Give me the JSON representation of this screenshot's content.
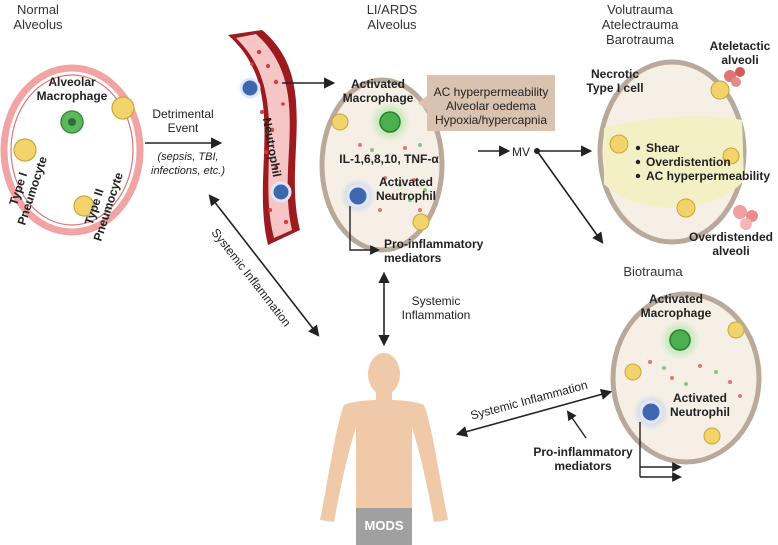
{
  "panels": {
    "normal": {
      "title_line1": "Normal",
      "title_line2": "Alveolus",
      "macrophage": "Alveolar Macrophage",
      "macrophage_line1": "Alveolar",
      "macrophage_line2": "Macrophage",
      "type1_line1": "Type I",
      "type1_line2": "Pneumocyte",
      "type2_line1": "Type II",
      "type2_line2": "Pneumocyte"
    },
    "event": {
      "label_line1": "Detrimental",
      "label_line2": "Event",
      "examples_line1": "(sepsis, TBI,",
      "examples_line2": "infections, etc.)"
    },
    "vessel": {
      "cell_label": "Neutrophil"
    },
    "ards": {
      "title_line1": "LI/ARDS",
      "title_line2": "Alveolus",
      "macrophage_line1": "Activated",
      "macrophage_line2": "Macrophage",
      "cytokines": "IL-1,6,8,10, TNF-α",
      "neutrophil_line1": "Activated",
      "neutrophil_line2": "Neutrophil",
      "mediators_line1": "Pro-inflammatory",
      "mediators_line2": "mediators",
      "box_lines": [
        "AC hyperpermeability",
        "Alveolar oedema",
        "Hypoxia/hypercapnia"
      ]
    },
    "mv": {
      "label": "MV"
    },
    "volutrauma": {
      "title_lines": [
        "Volutrauma",
        "Atelectrauma",
        "Barotrauma"
      ],
      "necrotic_line1": "Necrotic",
      "necrotic_line2": "Type I cell",
      "atelectatic_line1": "Ateletactic",
      "atelectatic_line2": "alveoli",
      "bullets": [
        "Shear",
        "Overdistention",
        "AC hyperpermeability"
      ],
      "overdistended_line1": "Overdistended",
      "overdistended_line2": "alveoli"
    },
    "biotrauma": {
      "title": "Biotrauma",
      "macrophage_line1": "Activated",
      "macrophage_line2": "Macrophage",
      "neutrophil_line1": "Activated",
      "neutrophil_line2": "Neutrophil",
      "mediators_line1": "Pro-inflammatory",
      "mediators_line2": "mediators"
    },
    "systemic": {
      "diagonal": "Systemic Inflammation",
      "center_line1": "Systemic",
      "center_line2": "Inflammation",
      "right": "Systemic Inflammation"
    },
    "human": {
      "label": "MODS"
    }
  },
  "colors": {
    "membrane": "#f2a3a3",
    "membrane_dark": "#e07575",
    "alveolus_wall": "#b8a99a",
    "alveolus_fill": "#f5efe6",
    "vessel_dark": "#9c1b1f",
    "vessel_light": "#f6c6c6",
    "macrophage_green": "#4caf50",
    "neutrophil_blue": "#3f67b0",
    "box_fill": "#d9c2b0",
    "fluid": "#f2f0c4",
    "skin": "#f0c9a8",
    "type2_yellow": "#f3d36b",
    "arrow": "#222222"
  }
}
